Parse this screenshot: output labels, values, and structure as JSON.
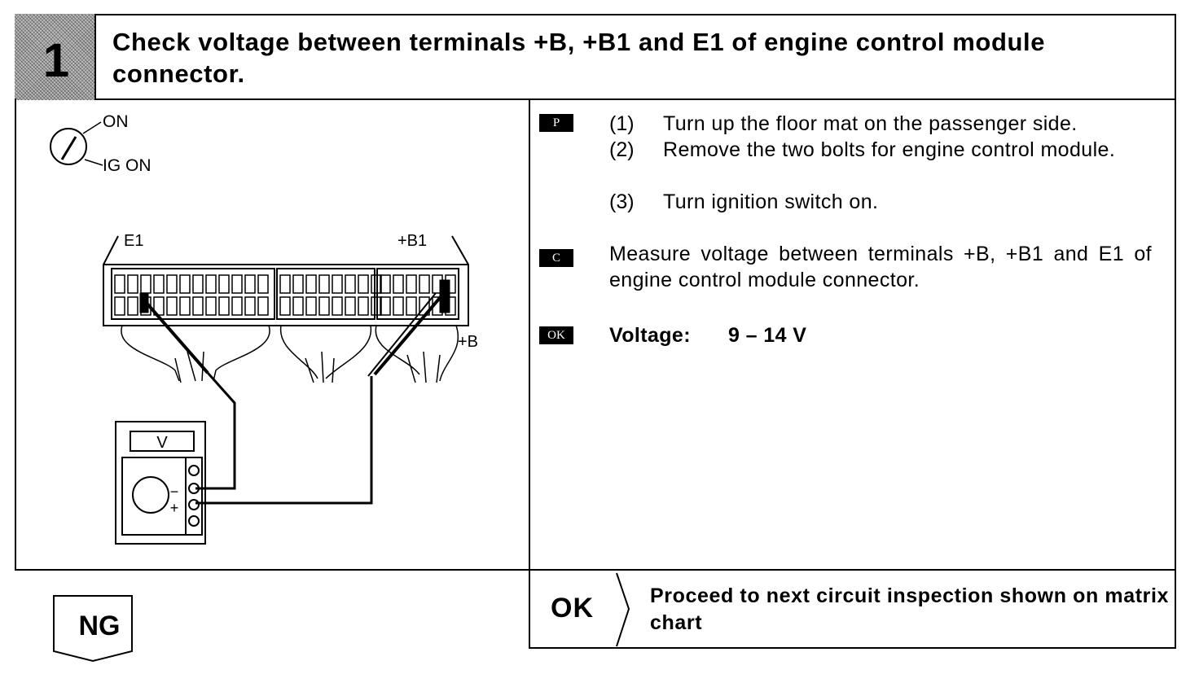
{
  "header": {
    "step_number": "1",
    "title": "Check voltage between terminals +B, +B1 and E1 of engine control module connector."
  },
  "diagram": {
    "switch_on": "ON",
    "switch_ig_on": "IG ON",
    "label_e1": "E1",
    "label_b1": "+B1",
    "label_b": "+B",
    "meter_label": "V",
    "meter_minus": "−",
    "meter_plus": "+"
  },
  "preparation": {
    "tag": "P",
    "steps": [
      {
        "num": "(1)",
        "text": "Turn up the floor mat on the passenger side."
      },
      {
        "num": "(2)",
        "text": "Remove the two bolts for engine control module."
      },
      {
        "num": "(3)",
        "text": "Turn ignition switch on."
      }
    ]
  },
  "check": {
    "tag": "C",
    "text": "Measure voltage between terminals +B, +B1 and E1 of engine control module connector."
  },
  "ok_spec": {
    "tag": "OK",
    "label": "Voltage:",
    "value": "9 – 14 V"
  },
  "result_ok": {
    "label": "OK",
    "text": "Proceed to next circuit inspection shown on matrix chart"
  },
  "result_ng": {
    "label": "NG"
  }
}
